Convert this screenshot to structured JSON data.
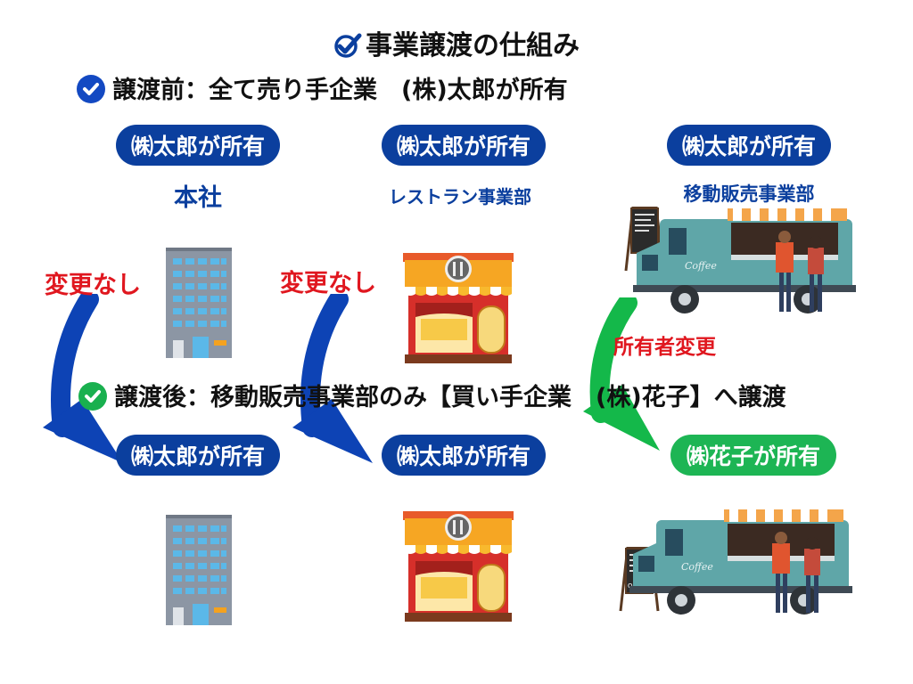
{
  "title": "事業譲渡の仕組み",
  "before": {
    "heading": "譲渡前：全て売り手企業　(株)太郎が所有",
    "columns": [
      {
        "owner": "㈱太郎が所有",
        "dept": "本社"
      },
      {
        "owner": "㈱太郎が所有",
        "dept": "レストラン事業部"
      },
      {
        "owner": "㈱太郎が所有",
        "dept": "移動販売事業部"
      }
    ]
  },
  "after": {
    "heading": "譲渡後：移動販売事業部のみ【買い手企業　(株)花子】へ譲渡",
    "columns": [
      {
        "owner": "㈱太郎が所有"
      },
      {
        "owner": "㈱太郎が所有"
      },
      {
        "owner": "㈱花子が所有"
      }
    ]
  },
  "changes": {
    "no_change_1": "変更なし",
    "no_change_2": "変更なし",
    "owner_change": "所有者変更"
  },
  "graphics": {
    "food_truck_sign": "Coffee",
    "board_sign": "OPEN"
  },
  "colors": {
    "blue_pill": "#0b3f9e",
    "green_pill": "#1db554",
    "red_text": "#e0171f",
    "blue_arrow": "#0d43b5",
    "green_arrow": "#14b84a"
  }
}
